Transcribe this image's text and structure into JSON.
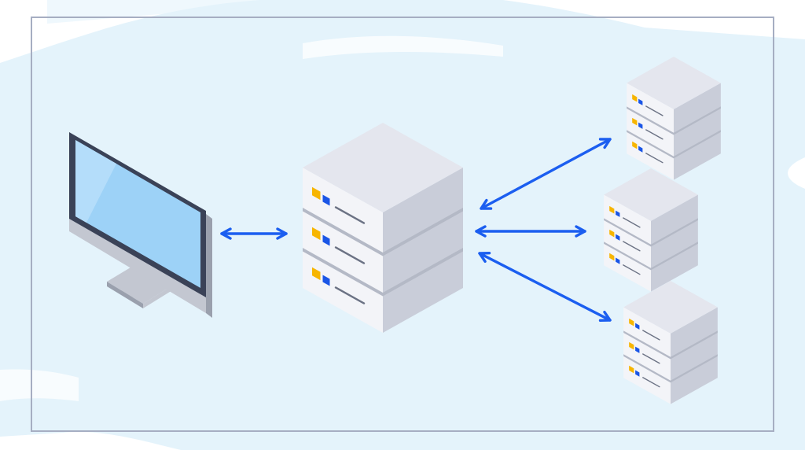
{
  "diagram": {
    "nodes": [
      {
        "id": "client",
        "kind": "desktop-monitor"
      },
      {
        "id": "hub",
        "kind": "server-stack",
        "units": 3
      },
      {
        "id": "backend-top",
        "kind": "server-stack",
        "units": 3
      },
      {
        "id": "backend-middle",
        "kind": "server-stack",
        "units": 3
      },
      {
        "id": "backend-bottom",
        "kind": "server-stack",
        "units": 3
      }
    ],
    "connections": [
      {
        "from": "client",
        "to": "hub",
        "direction": "bidirectional"
      },
      {
        "from": "hub",
        "to": "backend-top",
        "direction": "bidirectional"
      },
      {
        "from": "hub",
        "to": "backend-middle",
        "direction": "bidirectional"
      },
      {
        "from": "hub",
        "to": "backend-bottom",
        "direction": "bidirectional"
      }
    ]
  },
  "colors": {
    "background": "#ffffff",
    "brush_wash": "#e4f3fb",
    "frame_border": "#a6aec2",
    "arrow": "#1b5ef0",
    "server_top": "#e4e6ee",
    "server_left": "#f3f4f8",
    "server_right": "#c9cdd9",
    "server_groove": "#b4b9c6",
    "led_yellow": "#f7b500",
    "led_blue": "#1a55e6",
    "screen": "#9dd2f7",
    "screen_highlight": "#b4ddfa",
    "bezel": "#3a4257",
    "monitor_body": "#c3c7d1",
    "monitor_side": "#9aa0ad",
    "stand": "#b4b9c3"
  }
}
